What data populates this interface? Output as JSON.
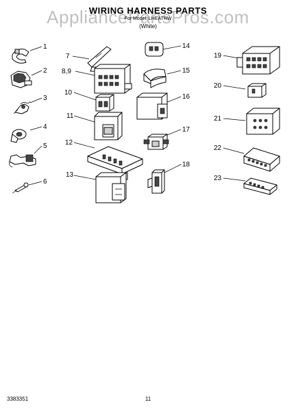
{
  "page": {
    "title": "WIRING HARNESS PARTS",
    "subtitle": "For Model: LHEATRW",
    "variant": "(White)",
    "watermark": "AppliancePartsPros.com",
    "doc_number": "3383351",
    "page_number": "11"
  },
  "parts": {
    "p1": "1",
    "p2": "2",
    "p3": "3",
    "p4": "4",
    "p5": "5",
    "p6": "6",
    "p7": "7",
    "p89": "8,9",
    "p10": "10",
    "p11": "11",
    "p12": "12",
    "p13": "13",
    "p14": "14",
    "p15": "15",
    "p16": "16",
    "p17": "17",
    "p18": "18",
    "p19": "19",
    "p20": "20",
    "p21": "21",
    "p22": "22",
    "p23": "23"
  }
}
